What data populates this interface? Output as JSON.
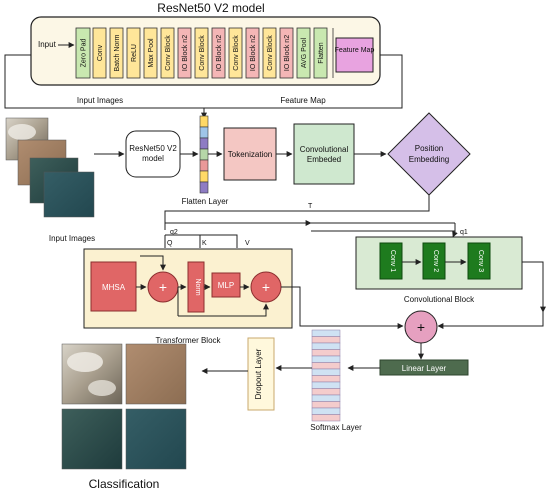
{
  "resnet": {
    "title": "ResNet50 V2 model",
    "input_label": "Input",
    "layers": [
      {
        "label": "Zero Pad",
        "color": "#c9e8b0"
      },
      {
        "label": "Conv",
        "color": "#ffe699"
      },
      {
        "label": "Batch Norm",
        "color": "#ffe699"
      },
      {
        "label": "ReLU",
        "color": "#ffe699"
      },
      {
        "label": "Max Pool",
        "color": "#ffe699"
      },
      {
        "label": "Conv Block",
        "color": "#ffe699"
      },
      {
        "label": "IO Block n2",
        "color": "#f4b6b6"
      },
      {
        "label": "Conv Block",
        "color": "#ffe699"
      },
      {
        "label": "IO Block n2",
        "color": "#f4b6b6"
      },
      {
        "label": "Conv Block",
        "color": "#ffe699"
      },
      {
        "label": "IO Block n2",
        "color": "#f4b6b6"
      },
      {
        "label": "Conv Block",
        "color": "#ffe699"
      },
      {
        "label": "IO Block n2",
        "color": "#f4b6b6"
      },
      {
        "label": "AVG Pool",
        "color": "#c9e8b0"
      },
      {
        "label": "Flatten",
        "color": "#c9e8b0"
      }
    ],
    "feature_map_box": "Feature Map"
  },
  "labels": {
    "input_images_top": "Input Images",
    "feature_map": "Feature Map",
    "input_images": "Input Images",
    "resnet_node": "ResNet50 V2 model",
    "flatten_layer": "Flatten Layer",
    "tokenization": "Tokenization",
    "conv_embed": "Convolutional Embeded",
    "position_embedding": "Position Embedding",
    "t": "T",
    "q2": "q2",
    "q1": "q1",
    "q": "Q",
    "k": "K",
    "v": "V",
    "mhsa": "MHSA",
    "norm": "Norm",
    "mlp": "MLP",
    "plus": "+",
    "transformer_block": "Transformer Block",
    "conv1": "Conv 1",
    "conv2": "Conv 2",
    "conv3": "Conv 3",
    "conv_block": "Convolutional Block",
    "linear_layer": "Linear Layer",
    "dropout_layer": "Dropout Layer",
    "softmax_layer": "Softmax Layer",
    "classification": "Classification"
  },
  "colors": {
    "flatten_strip": [
      "#ffd966",
      "#9fc5e8",
      "#8e7cc3",
      "#b6d7a8",
      "#ea9999",
      "#ffd966",
      "#8e7cc3"
    ],
    "softmax_stripes": [
      "#cfe2f3",
      "#f4cccc"
    ]
  }
}
